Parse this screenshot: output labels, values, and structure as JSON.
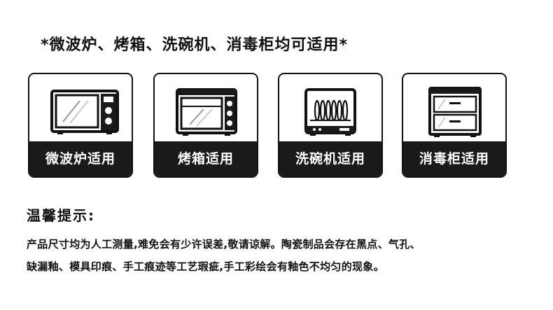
{
  "headline": "*微波炉、烤箱、洗碗机、消毒柜均可适用*",
  "cards": [
    {
      "label": "微波炉适用",
      "icon": "microwave-icon"
    },
    {
      "label": "烤箱适用",
      "icon": "oven-icon"
    },
    {
      "label": "洗碗机适用",
      "icon": "dishwasher-icon"
    },
    {
      "label": "消毒柜适用",
      "icon": "disinfection-cabinet-icon"
    }
  ],
  "notice": {
    "title": "温馨提示:",
    "lines": [
      "产品尺寸均为人工测量,难免会有少许误差,敬请谅解。陶瓷制品会存在黑点、气孔、",
      "缺漏釉、模具印痕、手工痕迹等工艺瑕疵,手工彩绘会有釉色不均匀的现象。"
    ]
  },
  "colors": {
    "card_label_bg": "#1a1a1a",
    "text": "#111111",
    "background": "#ffffff"
  }
}
